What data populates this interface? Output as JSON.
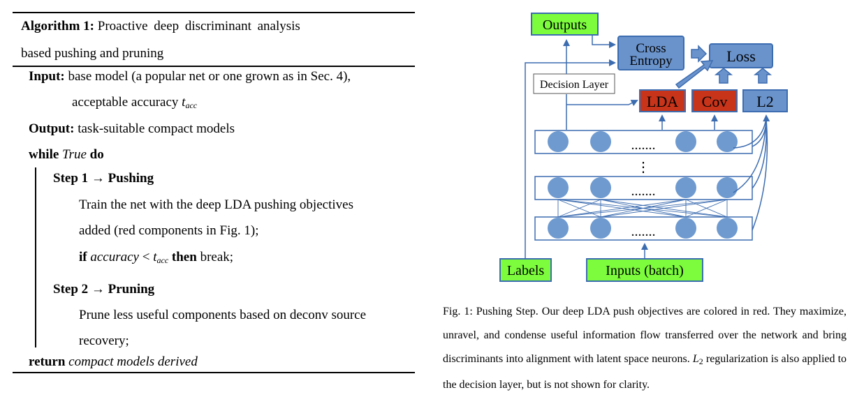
{
  "algorithm": {
    "label": "Algorithm 1:",
    "title_line1": "Proactive deep discriminant analysis",
    "title_line2": "based pushing and pruning",
    "input_kw": "Input:",
    "input_text": "base model (a popular net or one grown as in Sec. 4),",
    "input_text2": "acceptable accuracy",
    "input_var": "t",
    "input_var_sub": "acc",
    "output_kw": "Output:",
    "output_text": "task-suitable compact models",
    "while_kw": "while",
    "while_cond": "True",
    "do_kw": "do",
    "step1": "Step 1 → Pushing",
    "step1_line1": "Train the net with the deep LDA pushing objectives",
    "step1_line2": "added (red components in Fig. 1);",
    "if_kw": "if",
    "if_var": "accuracy",
    "if_op": "<",
    "if_tvar": "t",
    "if_tsub": "acc",
    "then_kw": "then",
    "then_text": "break;",
    "step2": "Step 2 → Pruning",
    "step2_line1": "Prune less useful components based on deconv source",
    "step2_line2": "recovery;",
    "return_kw": "return",
    "return_text": "compact models derived"
  },
  "figure": {
    "outputs": "Outputs",
    "cross_entropy_1": "Cross",
    "cross_entropy_2": "Entropy",
    "loss": "Loss",
    "decision_layer": "Decision Layer",
    "lda": "LDA",
    "cov": "Cov",
    "l2": "L2",
    "dots": ".......",
    "vdots": "⋮",
    "labels": "Labels",
    "inputs": "Inputs (batch)",
    "colors": {
      "green": "#7cfc3c",
      "blue": "#6a93cc",
      "red": "#c8341a",
      "node": "#6e9ad0"
    }
  },
  "caption": {
    "text1": "Fig. 1: Pushing Step. Our deep LDA push objectives are colored in red. They maximize, unravel, and condense useful information flow transferred over the network and bring discriminants into alignment with latent space neurons.",
    "l2": "L",
    "l2_sub": "2",
    "text2": "regularization is also applied to the decision layer, but is not shown for clarity."
  }
}
